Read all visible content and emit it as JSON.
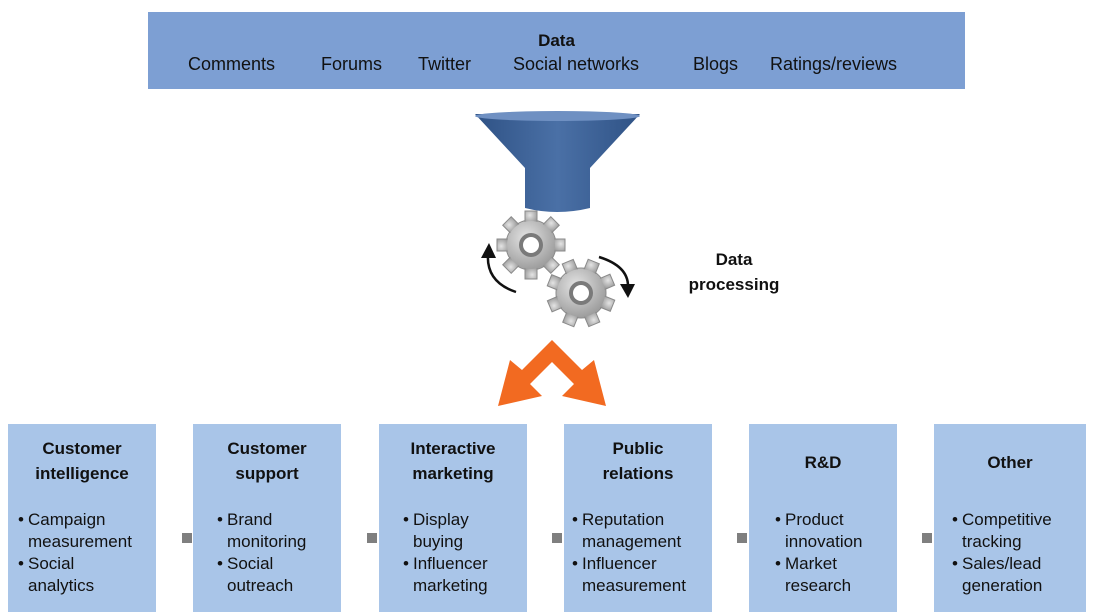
{
  "data_bar": {
    "title": "Data",
    "sources": [
      "Comments",
      "Forums",
      "Twitter",
      "Social networks",
      "Blogs",
      "Ratings/reviews"
    ]
  },
  "processing": {
    "label_line1": "Data",
    "label_line2": "processing"
  },
  "categories": [
    {
      "title_line1": "Customer",
      "title_line2": "intelligence",
      "items": [
        [
          "Campaign",
          "measurement"
        ],
        [
          "Social",
          "analytics"
        ]
      ]
    },
    {
      "title_line1": "Customer",
      "title_line2": "support",
      "items": [
        [
          "Brand",
          "monitoring"
        ],
        [
          "Social",
          "outreach"
        ]
      ]
    },
    {
      "title_line1": "Interactive",
      "title_line2": "marketing",
      "items": [
        [
          "Display",
          "buying"
        ],
        [
          "Influencer",
          "marketing"
        ]
      ]
    },
    {
      "title_line1": "Public",
      "title_line2": "relations",
      "items": [
        [
          "Reputation",
          "management"
        ],
        [
          "Influencer",
          "measurement"
        ]
      ]
    },
    {
      "title_line1": "R&D",
      "title_line2": "",
      "items": [
        [
          "Product",
          "innovation"
        ],
        [
          "Market",
          "research"
        ]
      ]
    },
    {
      "title_line1": "Other",
      "title_line2": "",
      "items": [
        [
          "Competitive",
          "tracking"
        ],
        [
          "Sales/lead",
          "generation"
        ]
      ]
    }
  ],
  "colors": {
    "data_bar": "#7d9fd3",
    "funnel_top": "#5a7fb5",
    "funnel_body": "#3d6293",
    "gear": "#b5b5b5",
    "arrow_orange": "#f26a21",
    "category_box": "#a9c5e8",
    "connector": "#7f7f7f"
  },
  "icons": [
    "funnel-icon",
    "gear-icon",
    "gear-icon",
    "rotate-arrow-icon",
    "rotate-arrow-icon",
    "split-arrow-icon"
  ]
}
